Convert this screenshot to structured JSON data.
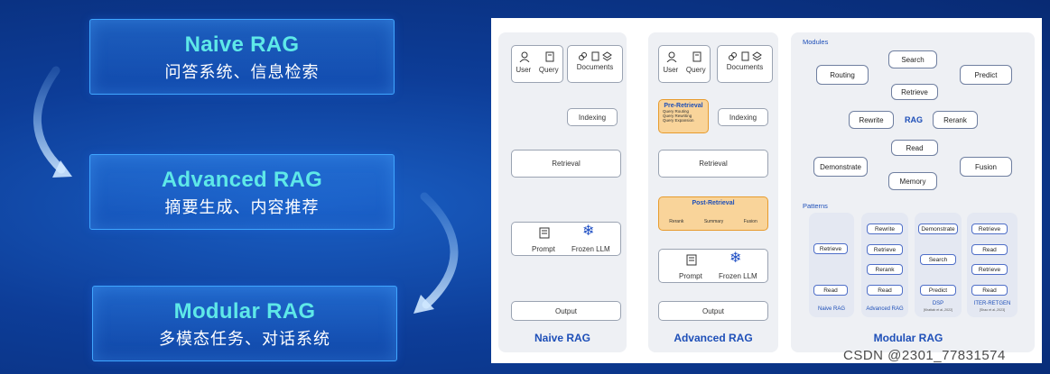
{
  "stages": [
    {
      "title": "Naive RAG",
      "subtitle": "问答系统、信息检索"
    },
    {
      "title": "Advanced RAG",
      "subtitle": "摘要生成、内容推荐"
    },
    {
      "title": "Modular RAG",
      "subtitle": "多模态任务、对话系统"
    }
  ],
  "naive": {
    "user": "User",
    "query": "Query",
    "documents": "Documents",
    "indexing": "Indexing",
    "retrieval": "Retrieval",
    "prompt": "Prompt",
    "frozen_llm": "Frozen LLM",
    "output": "Output",
    "title": "Naive RAG"
  },
  "advanced": {
    "user": "User",
    "query": "Query",
    "documents": "Documents",
    "pre_retrieval": "Pre-Retrieval",
    "pre_items": [
      "Query Routing",
      "Query Rewriting",
      "Query Expansion"
    ],
    "indexing": "Indexing",
    "retrieval": "Retrieval",
    "post_retrieval": "Post-Retrieval",
    "post_items": [
      "Rerank",
      "Summary",
      "Fusion"
    ],
    "prompt": "Prompt",
    "frozen_llm": "Frozen LLM",
    "output": "Output",
    "title": "Advanced RAG"
  },
  "modular": {
    "modules_label": "Modules",
    "modules": {
      "search": "Search",
      "routing": "Routing",
      "predict": "Predict",
      "retrieve": "Retrieve",
      "rewrite": "Rewrite",
      "rag": "RAG",
      "rerank": "Rerank",
      "read": "Read",
      "demonstrate": "Demonstrate",
      "fusion": "Fusion",
      "memory": "Memory"
    },
    "patterns_label": "Patterns",
    "patterns": [
      {
        "name": "Naive RAG",
        "steps": [
          "Retrieve",
          "Read"
        ],
        "cite": ""
      },
      {
        "name": "Advanced RAG",
        "steps": [
          "Rewrite",
          "Retrieve",
          "Rerank",
          "Read"
        ],
        "cite": ""
      },
      {
        "name": "DSP",
        "steps": [
          "Demonstrate",
          "Search",
          "Predict"
        ],
        "cite": "[Khattab et al.,2022]"
      },
      {
        "name": "ITER-RETGEN",
        "steps": [
          "Retrieve",
          "Read",
          "Retrieve",
          "Read"
        ],
        "cite": "[Shao et al.,2023]"
      }
    ],
    "title": "Modular RAG"
  },
  "watermark": "CSDN @2301_77831574"
}
